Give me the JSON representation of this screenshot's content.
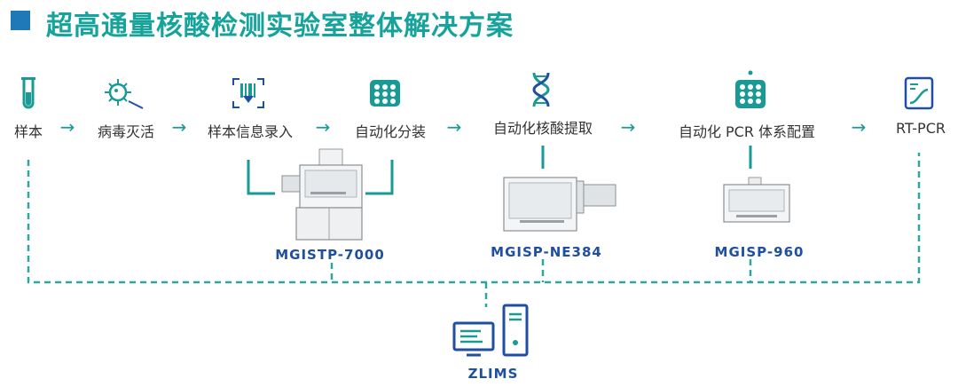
{
  "title": "超高通量核酸检测实验室整体解决方案",
  "steps": [
    {
      "label": "样本",
      "icon": "test-tube-icon"
    },
    {
      "label": "病毒灭活",
      "icon": "virus-inactivation-icon"
    },
    {
      "label": "样本信息录入",
      "icon": "sample-scan-icon"
    },
    {
      "label": "自动化分装",
      "icon": "well-plate-icon"
    },
    {
      "label": "自动化核酸提取",
      "icon": "dna-icon"
    },
    {
      "label": "自动化 PCR 体系配置",
      "icon": "pcr-plate-icon"
    },
    {
      "label": "RT-PCR",
      "icon": "rt-pcr-curve-icon"
    }
  ],
  "arrow_glyph": "→",
  "machines": [
    {
      "name": "MGISTP-7000"
    },
    {
      "name": "MGISP-NE384"
    },
    {
      "name": "MGISP-960"
    }
  ],
  "lims": {
    "name": "ZLIMS",
    "icon": "computer-workstation-icon"
  },
  "colors": {
    "title": "#15a39b",
    "accent": "#1a9a94",
    "machine_label": "#1f4fa0",
    "title_square": "#1f78b8",
    "dashed_line": "#2aa89f"
  }
}
